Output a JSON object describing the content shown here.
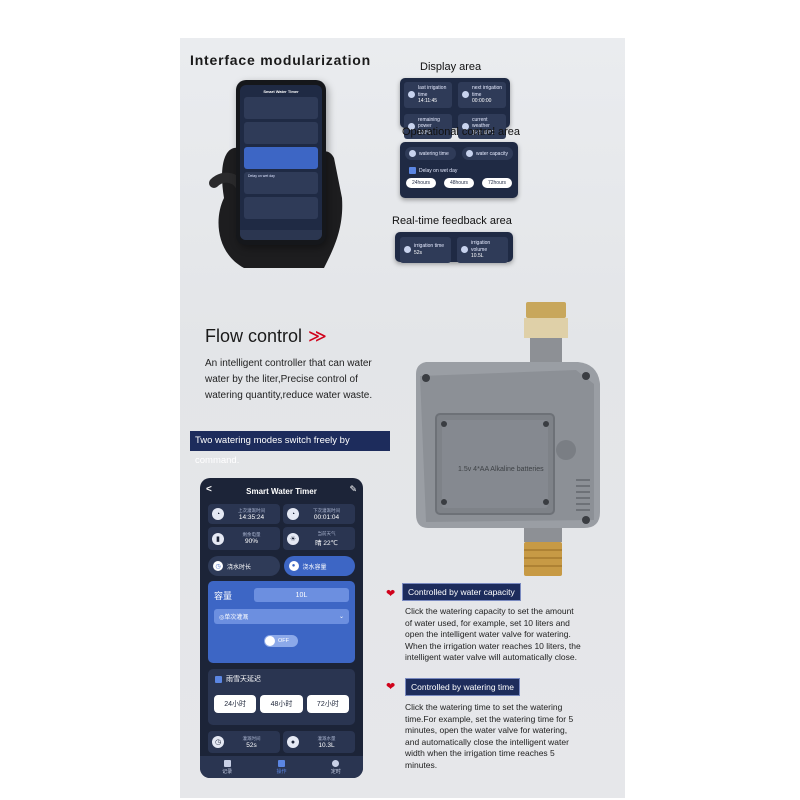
{
  "section1": {
    "title": "Interface modularization",
    "labels": {
      "display": "Display area",
      "operational": "Operational control area",
      "feedback": "Real-time feedback area"
    },
    "small_phone_title": "Smart Water Timer",
    "display_items": [
      {
        "label": "last irrigation time",
        "value": "14:11:45"
      },
      {
        "label": "next irrigation time",
        "value": "00:00:00"
      },
      {
        "label": "remaining power",
        "value": "100%"
      },
      {
        "label": "current weather",
        "value": "多云 18℃"
      }
    ],
    "op_modes": [
      "watering time",
      "water capacity"
    ],
    "op_delay": "Delay on wet day",
    "op_hours": [
      "24hours",
      "48hours",
      "72hours"
    ],
    "feedback_items": [
      {
        "label": "irrigation time",
        "value": "52s"
      },
      {
        "label": "irrigation volume",
        "value": "10.5L"
      }
    ]
  },
  "section2": {
    "title": "Flow control",
    "arrow": "≫",
    "description": "An intelligent controller that can water water by the liter,Precise control of watering quantity,reduce water waste.",
    "banner": "Two watering modes switch freely by command.",
    "device_label": "1.5v 4*AA Alkaline batteries"
  },
  "app": {
    "title": "Smart Water Timer",
    "back": "<",
    "edit": "✎",
    "cells": [
      {
        "label": "上次灌溉时间",
        "value": "14:35:24",
        "icon": "◔"
      },
      {
        "label": "下次灌溉时间",
        "value": "00:01:04",
        "icon": "◔"
      },
      {
        "label": "剩余电量",
        "value": "90%",
        "icon": "▮"
      },
      {
        "label": "当前天气",
        "value": "晴 22℃",
        "icon": "☀"
      }
    ],
    "modes": [
      {
        "label": "浇水时长",
        "active": false
      },
      {
        "label": "浇水容量",
        "active": true
      }
    ],
    "capacity_label": "容量",
    "capacity_value": "10L",
    "select_value": "◎单次灌溉",
    "toggle_text": "OFF",
    "delay_title": "雨雪天延迟",
    "delay_hours": [
      "24小时",
      "48小时",
      "72小时"
    ],
    "feedback": [
      {
        "label": "灌溉时间",
        "value": "52s"
      },
      {
        "label": "灌溉水量",
        "value": "10.3L"
      }
    ],
    "nav": [
      "记录",
      "操作",
      "定时"
    ]
  },
  "right": {
    "capacity_tag": "Controlled by water capacity",
    "capacity_text": "Click the watering capacity to set the amount of water used, for example, set 10 liters and open the intelligent water valve for watering. When the irrigation water reaches 10 liters, the intelligent water valve will automatically close.",
    "time_tag": "Controlled by watering time",
    "time_text": "Click the watering time to set the watering time.For example, set the watering time for 5 minutes, open the water valve for watering, and automatically close the intelligent water width when the irrigation time reaches 5 minutes."
  }
}
